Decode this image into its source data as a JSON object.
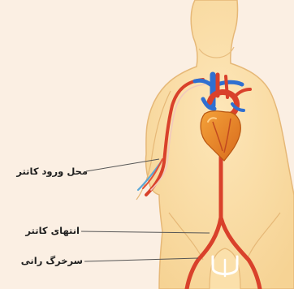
{
  "labels": {
    "insertion_site": "محل ورود کاتتر",
    "catheter_tip": "انتهای کاتتر",
    "femoral_artery": "سرخرگ رانی"
  }
}
